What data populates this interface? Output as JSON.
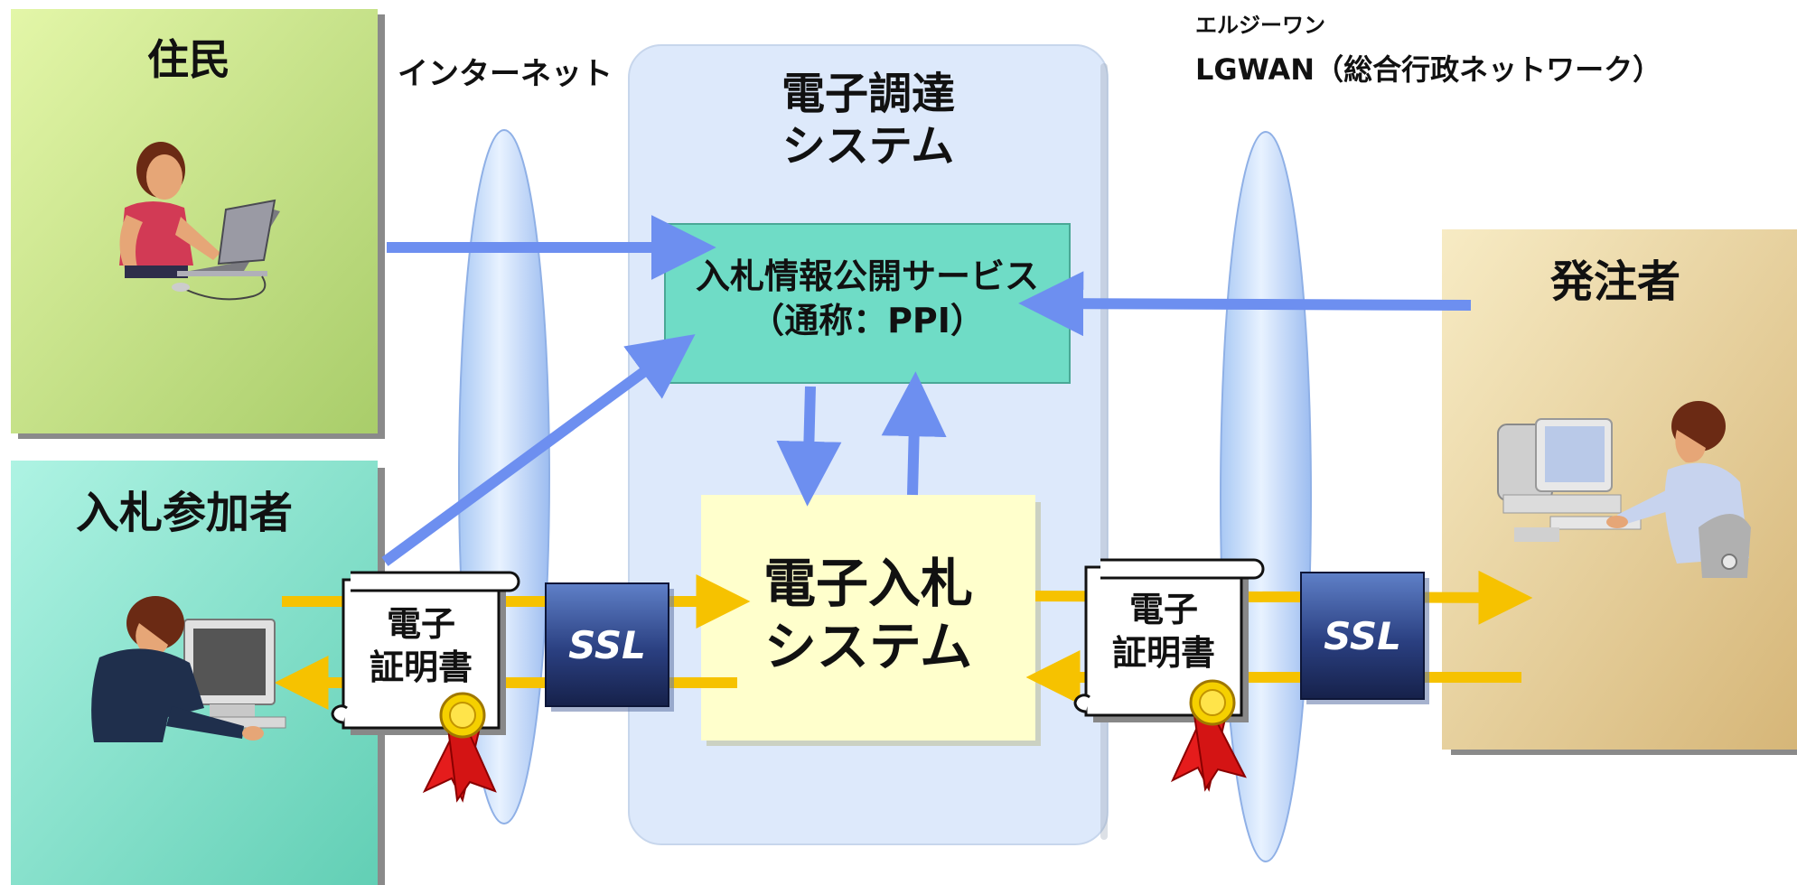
{
  "labels": {
    "residents": "住民",
    "internet": "インターネット",
    "procurement_system": [
      "電子調達",
      "システム"
    ],
    "lgwan_reading": "エルジーワン",
    "lgwan": "LGWAN（総合行政ネットワーク）",
    "ordering_party": "発注者",
    "bidders": "入札参加者",
    "ppi_service": [
      "入札情報公開サービス",
      "（通称：PPI）"
    ],
    "ebidding_system": [
      "電子入札",
      "システム"
    ],
    "certificate_left": [
      "電子",
      "証明書"
    ],
    "certificate_right": [
      "電子",
      "証明書"
    ],
    "ssl_left": "SSL",
    "ssl_right": "SSL"
  },
  "colors": {
    "residents_panel": "#c6e28c",
    "bidders_panel": "#88e0cc",
    "ordering_panel": "#e8d29a",
    "procurement_bg": "#dde9fb",
    "ppi_box": "#6fdcc6",
    "ebidding_box": "#ffffcc",
    "blue_arrow": "#6d8ff0",
    "yellow_arrow": "#f6c200",
    "ssl_block": "#1d2f66"
  },
  "icons": [
    "woman-laptop-icon",
    "man-computer-icon",
    "man-desktop-icon",
    "certificate-scroll-icon",
    "ribbon-seal-icon"
  ]
}
